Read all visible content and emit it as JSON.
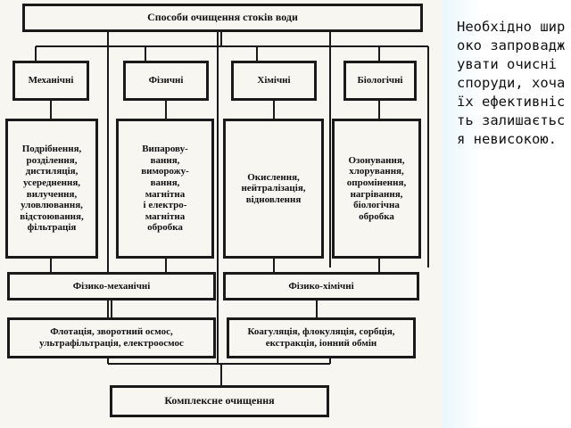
{
  "diagram": {
    "title": "Способи очищення стоків води",
    "categories": [
      "Механічні",
      "Фізичні",
      "Хімічні",
      "Біологічні"
    ],
    "methods": [
      "Подрібнення,\nрозділення,\nдистиляція,\nусереднення,\nвилучення,\nуловлювання,\nвідстоювання,\nфільтрація",
      "Випарову-\nвання,\nвиморожу-\nвання,\nмагнітна\nі електро-\nмагнітна\nобробка",
      "Окислення,\nнейтралізація,\nвідновлення",
      "Озонування,\nхлорування,\nопромінення,\nнагрівання,\nбіологічна\nобробка"
    ],
    "combined": [
      "Фізико-механічні",
      "Фізико-хімічні"
    ],
    "combined_methods": [
      "Флотація, зворотний осмос,\nультрафільтрація, електроосмос",
      "Коагуляція, флокуляція, сорбція,\nекстракція, іонний обмін"
    ],
    "final": "Комплексне очищення"
  },
  "side_text": "Необхідно широко запроваджувати очисні споруди, хоча їх ефективність залишається невисокою."
}
